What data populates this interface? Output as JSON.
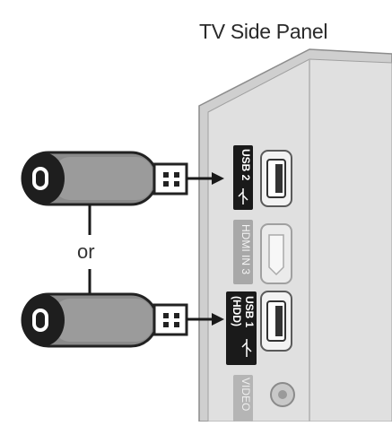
{
  "title": "TV Side Panel",
  "or_label": "or",
  "ports": {
    "usb2": "USB 2",
    "hdmi3": "HDMI IN 3",
    "usb1_line1": "USB 1",
    "usb1_line2": "(HDD)",
    "video": "VIDEO"
  },
  "icons": [
    "usb-drive-icon",
    "usb-symbol-icon",
    "arrow-icon"
  ],
  "colors": {
    "panel": "#d9d9d9",
    "panel_edge": "#b3b3b3",
    "drive_body": "#8a8a8a",
    "drive_cap": "#1e1e1e",
    "label_bg": "#1a1a1a",
    "label_faded": "#a8a8a8"
  }
}
